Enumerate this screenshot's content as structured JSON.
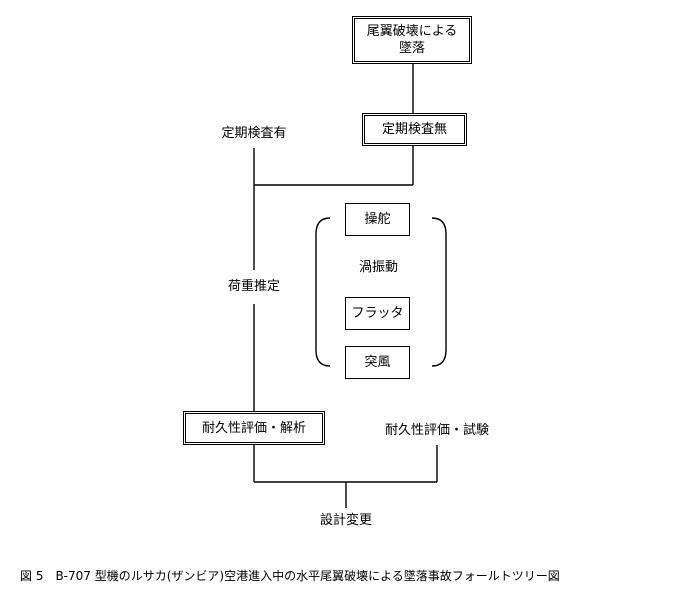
{
  "nodes": {
    "top_event": "尾翼破壊による墜落",
    "top_event_line1": "尾翼破壊による",
    "top_event_line2": "墜落",
    "no_inspection": "定期検査無",
    "with_inspection": "定期検査有",
    "load_estimation": "荷重推定",
    "control": "操舵",
    "vortex_vibration": "渦振動",
    "flutter": "フラッタ",
    "gust": "突風",
    "durability_analysis": "耐久性評価・解析",
    "durability_testing": "耐久性評価・試験",
    "design_change": "設計変更"
  },
  "caption": "図 5　B-707 型機のルサカ(ザンビア)空港進入中の水平尾翼破壊による墜落事故フォールトツリー図"
}
